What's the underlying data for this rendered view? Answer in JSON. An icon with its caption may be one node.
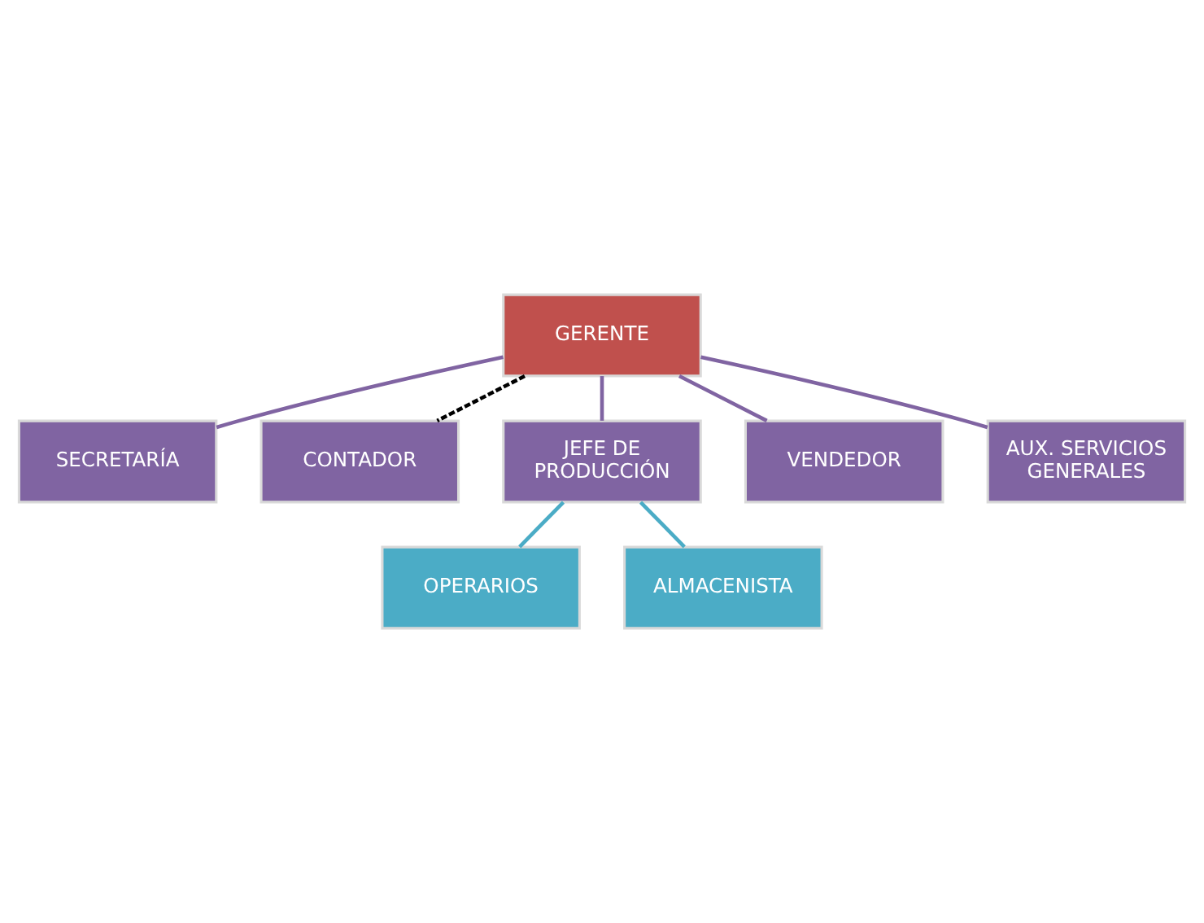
{
  "diagram": {
    "nodes": [
      {
        "text": [
          "GERENTE"
        ]
      },
      {
        "text": [
          "SECRETARÍA"
        ]
      },
      {
        "text": [
          "CONTADOR"
        ]
      },
      {
        "text": [
          "JEFE DE PRODUCCIÓN"
        ]
      },
      {
        "text": [
          "VENDEDOR"
        ]
      },
      {
        "text": [
          "AUX. SERVICIOS GENERALES"
        ]
      },
      {
        "text": [
          "OPERARIOS"
        ]
      },
      {
        "text": [
          "ALMACENISTA"
        ]
      }
    ],
    "edges": [
      {
        "from": 0,
        "to": 1,
        "arrow": "none"
      },
      {
        "from": 0,
        "to": 2,
        "arrow": "none",
        "style": "dashed",
        "color": "#000000"
      },
      {
        "from": 0,
        "to": 3,
        "arrow": "none"
      },
      {
        "from": 0,
        "to": 4,
        "arrow": "none"
      },
      {
        "from": 0,
        "to": 5,
        "arrow": "none"
      },
      {
        "from": 3,
        "to": 6,
        "arrow": "none",
        "color": "#4bacc6"
      },
      {
        "from": 3,
        "to": 7,
        "arrow": "none",
        "color": "#4bacc6"
      }
    ]
  }
}
